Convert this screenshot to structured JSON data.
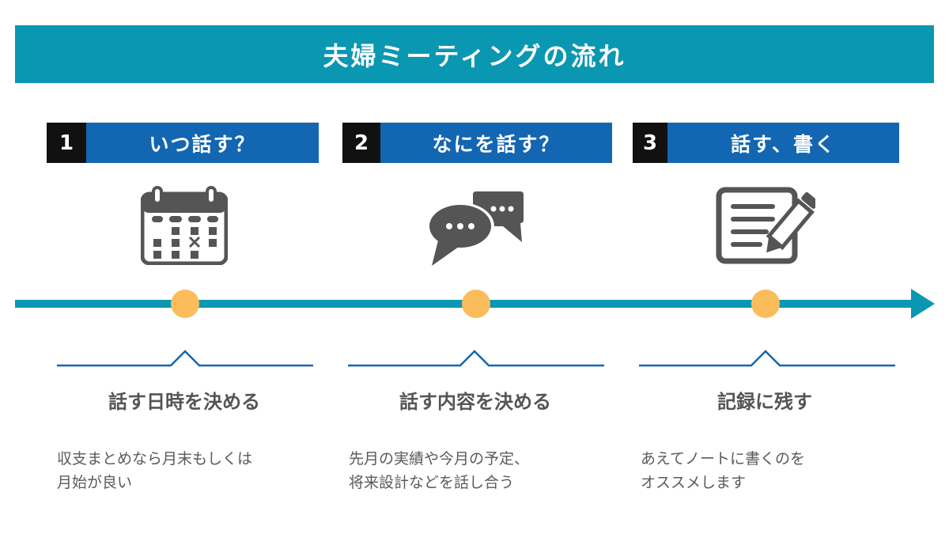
{
  "title": "夫婦ミーティングの流れ",
  "colors": {
    "title_bar": "#0a97b1",
    "step_title_bg": "#1366b1",
    "step_number_bg": "#111111",
    "timeline": "#0a97b1",
    "milestone": "#fbbd5b",
    "icon": "#555555"
  },
  "steps": [
    {
      "number": "1",
      "title": "いつ話す？",
      "icon": "calendar-icon",
      "heading": "話す日時を決める",
      "description": [
        "収支まとめなら月末もしくは",
        "月始が良い"
      ]
    },
    {
      "number": "2",
      "title": "なにを話す？",
      "icon": "chat-bubbles-icon",
      "heading": "話す内容を決める",
      "description": [
        "先月の実績や今月の予定、",
        "将来設計などを話し合う"
      ]
    },
    {
      "number": "3",
      "title": "話す、書く",
      "icon": "note-pencil-icon",
      "heading": "記録に残す",
      "description": [
        "あえてノートに書くのを",
        "オススメします"
      ]
    }
  ]
}
